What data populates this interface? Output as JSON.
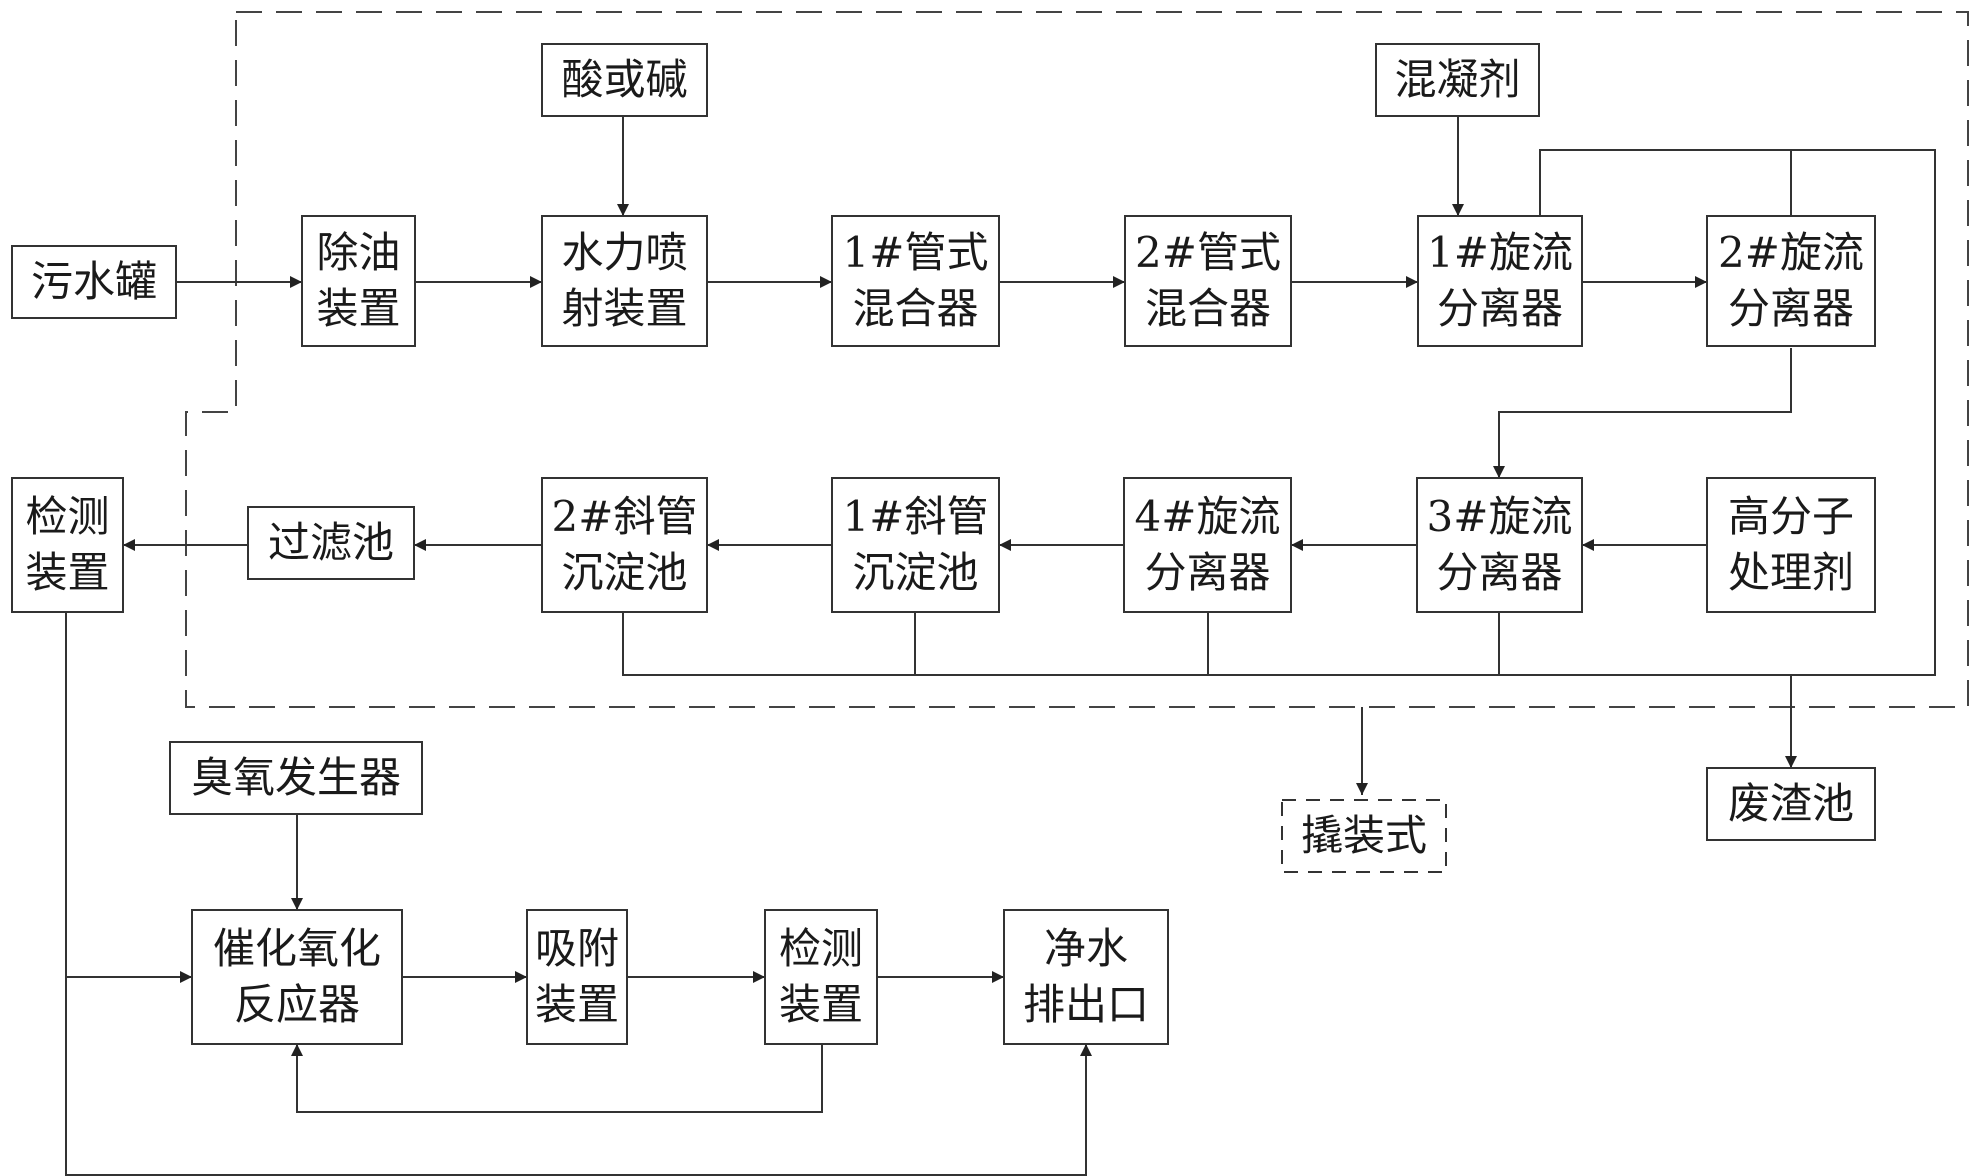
{
  "nodes": [
    {
      "id": "sewage-tank",
      "lines": [
        "污水罐"
      ]
    },
    {
      "id": "oil-removal",
      "lines": [
        "除油",
        "装置"
      ]
    },
    {
      "id": "acid-base",
      "lines": [
        "酸或碱"
      ]
    },
    {
      "id": "hydraulic-jet",
      "lines": [
        "水力喷",
        "射装置"
      ]
    },
    {
      "id": "tube-mixer-1",
      "lines": [
        "1#管式",
        "混合器"
      ]
    },
    {
      "id": "tube-mixer-2",
      "lines": [
        "2#管式",
        "混合器"
      ]
    },
    {
      "id": "coagulant",
      "lines": [
        "混凝剂"
      ]
    },
    {
      "id": "cyclone-1",
      "lines": [
        "1#旋流",
        "分离器"
      ]
    },
    {
      "id": "cyclone-2",
      "lines": [
        "2#旋流",
        "分离器"
      ]
    },
    {
      "id": "detection-1",
      "lines": [
        "检测",
        "装置"
      ]
    },
    {
      "id": "filter-tank",
      "lines": [
        "过滤池"
      ]
    },
    {
      "id": "inclined-tube-2",
      "lines": [
        "2#斜管",
        "沉淀池"
      ]
    },
    {
      "id": "inclined-tube-1",
      "lines": [
        "1#斜管",
        "沉淀池"
      ]
    },
    {
      "id": "cyclone-4",
      "lines": [
        "4#旋流",
        "分离器"
      ]
    },
    {
      "id": "cyclone-3",
      "lines": [
        "3#旋流",
        "分离器"
      ]
    },
    {
      "id": "polymer-agent",
      "lines": [
        "高分子",
        "处理剂"
      ]
    },
    {
      "id": "ozone-generator",
      "lines": [
        "臭氧发生器"
      ]
    },
    {
      "id": "skid-mounted",
      "lines": [
        "撬装式"
      ]
    },
    {
      "id": "waste-residue-tank",
      "lines": [
        "废渣池"
      ]
    },
    {
      "id": "catalytic-reactor",
      "lines": [
        "催化氧化",
        "反应器"
      ]
    },
    {
      "id": "adsorption",
      "lines": [
        "吸附",
        "装置"
      ]
    },
    {
      "id": "detection-2",
      "lines": [
        "检测",
        "装置"
      ]
    },
    {
      "id": "clean-water-outlet",
      "lines": [
        "净水",
        "排出口"
      ]
    }
  ]
}
